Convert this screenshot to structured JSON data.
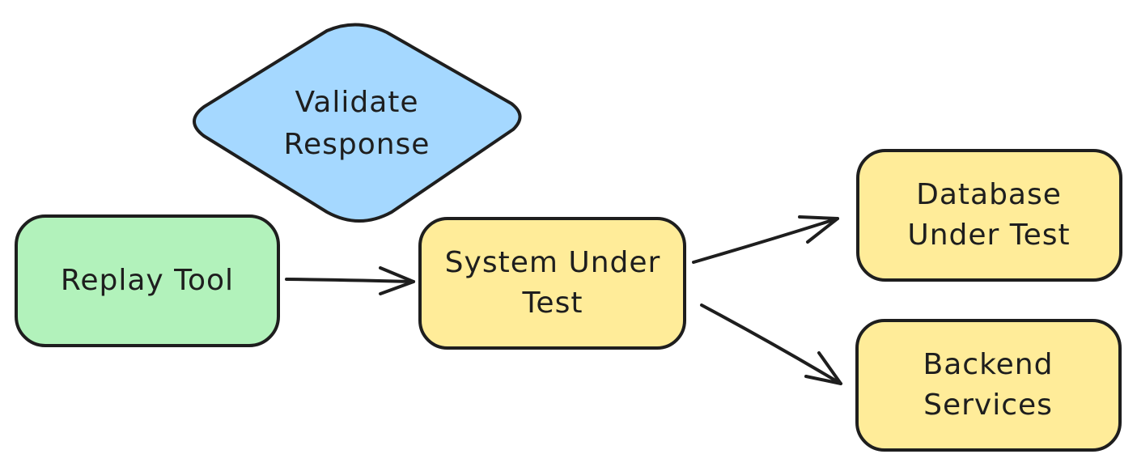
{
  "diagram": {
    "nodes": [
      {
        "id": "validate",
        "shape": "diamond",
        "fill": "#a5d8ff",
        "lines": [
          "Validate",
          "Response"
        ]
      },
      {
        "id": "replay",
        "shape": "rounded-rect",
        "fill": "#b2f2bb",
        "lines": [
          "Replay Tool"
        ]
      },
      {
        "id": "sut",
        "shape": "rounded-rect",
        "fill": "#ffec99",
        "lines": [
          "System Under",
          "Test"
        ]
      },
      {
        "id": "db",
        "shape": "rounded-rect",
        "fill": "#ffec99",
        "lines": [
          "Database",
          "Under Test"
        ]
      },
      {
        "id": "backend",
        "shape": "rounded-rect",
        "fill": "#ffec99",
        "lines": [
          "Backend",
          "Services"
        ]
      }
    ],
    "edges": [
      {
        "from": "replay",
        "to": "sut"
      },
      {
        "from": "sut",
        "to": "db"
      },
      {
        "from": "sut",
        "to": "backend"
      }
    ]
  }
}
